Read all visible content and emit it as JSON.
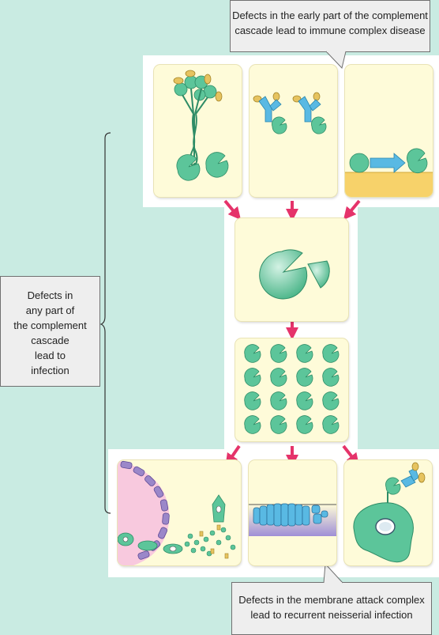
{
  "callouts": {
    "top_line1": "Defects in the early part of the complement",
    "top_line2": "cascade lead to immune complex disease",
    "left_line1": "Defects in",
    "left_line2": "any part of",
    "left_line3": "the complement",
    "left_line4": "cascade",
    "left_line5": "lead to",
    "left_line6": "infection",
    "bottom_line1": "Defects in the membrane attack complex",
    "bottom_line2": "lead to recurrent neisserial infection"
  },
  "colors": {
    "background": "#c9ebe2",
    "panel": "#fefbd9",
    "complement_green": "#5cc59a",
    "antibody_blue": "#59b9e3",
    "antigen_yellow": "#e6c35f",
    "arrow_pink": "#e5336a",
    "cell_pink": "#f8c9de",
    "cell_border_purple": "#8f7cc0",
    "membrane_yellow": "#f7d26a"
  },
  "icons": [
    "mannose-binding-lectin-icon",
    "antibody-complement-icon",
    "alternative-pathway-icon",
    "c3-convertase-icon",
    "c3b-deposition-icon",
    "opsonization-phagocytosis-icon",
    "membrane-attack-complex-icon",
    "immune-complex-clearance-icon",
    "pathway-arrow-icon"
  ]
}
